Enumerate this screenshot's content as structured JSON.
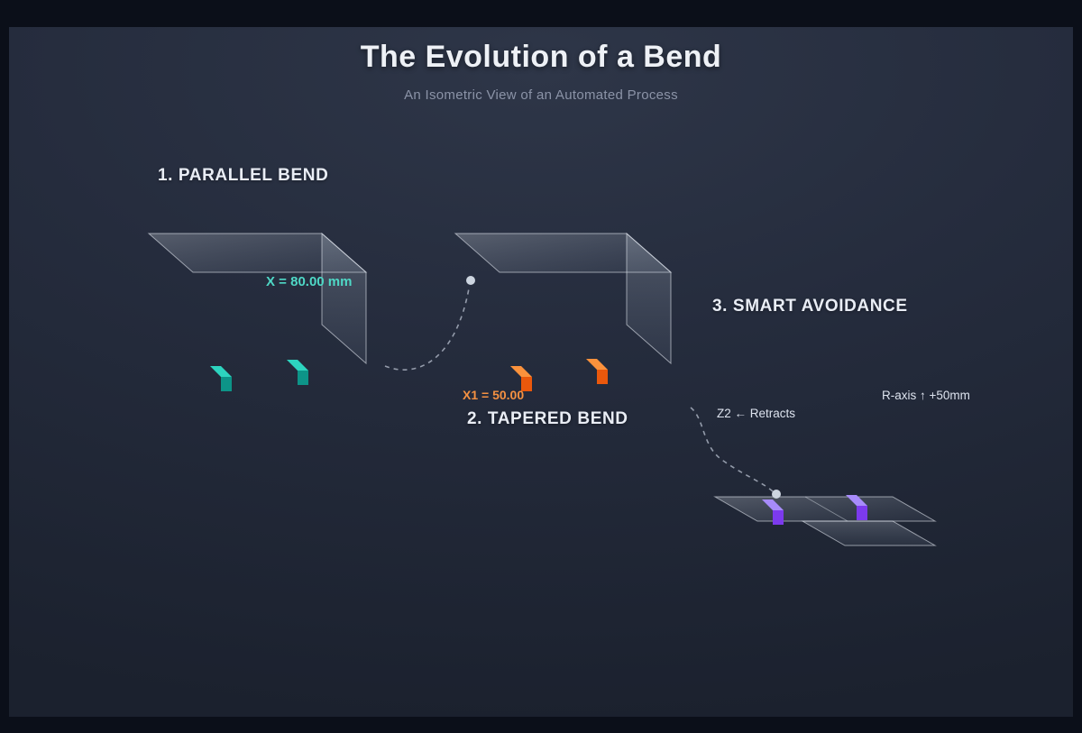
{
  "header": {
    "title": "The Evolution of a Bend",
    "subtitle": "An Isometric View of an Automated Process"
  },
  "sections": {
    "parallel": {
      "heading": "1. PARALLEL BEND",
      "dimension_label": "X = 80.00 mm",
      "accent_color": "#2dd4bf"
    },
    "tapered": {
      "heading": "2. TAPERED BEND",
      "dimension_label": "X1 = 50.00",
      "accent_color": "#f97316"
    },
    "avoidance": {
      "heading": "3. SMART AVOIDANCE",
      "retract_label": "Z2 ← Retracts",
      "raxis_label": "R-axis ↑ +50mm",
      "accent_color": "#8b5cf6"
    }
  },
  "icons": {
    "bend_marker": "bent-sheet-glyph",
    "path_endpoint": "dot"
  },
  "colors": {
    "panel_background": "#252c3d",
    "outer_frame": "#0b0f19",
    "title_text": "#eef1f6",
    "subtitle_text": "#8b93a7",
    "heading_text": "#e9edf5",
    "teal_light": "#2dd4bf",
    "teal_dark": "#0d9488",
    "orange_light": "#fb923c",
    "orange_dark": "#ea580c",
    "purple_light": "#a78bfa",
    "purple_dark": "#7c3aed",
    "sheet_stroke": "rgba(226,232,240,0.6)",
    "dashed_path": "#b9c2d0",
    "path_dot": "#cdd5e0"
  }
}
